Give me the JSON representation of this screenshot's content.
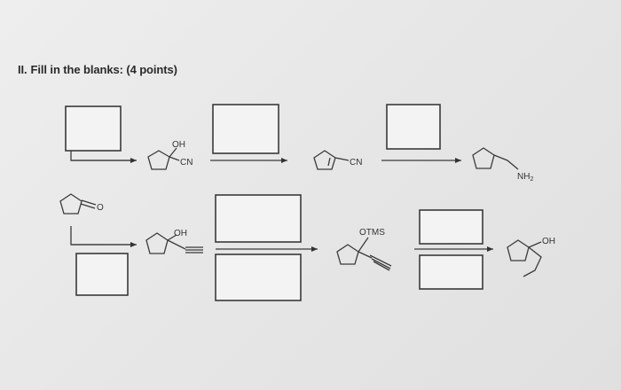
{
  "question": {
    "number": "II.",
    "title": "Fill in the blanks: (4 points)"
  },
  "row1": {
    "start": "",
    "cyanohydrin_oh": "OH",
    "cyanohydrin_cn": "CN",
    "cyclopentene_cn": "CN",
    "amine_nh": "NH",
    "amine_sub": "2"
  },
  "row2": {
    "ketone_o": "O",
    "propargyl_oh": "OH",
    "silyl_ether": "OTMS",
    "product_oh": "OH"
  }
}
